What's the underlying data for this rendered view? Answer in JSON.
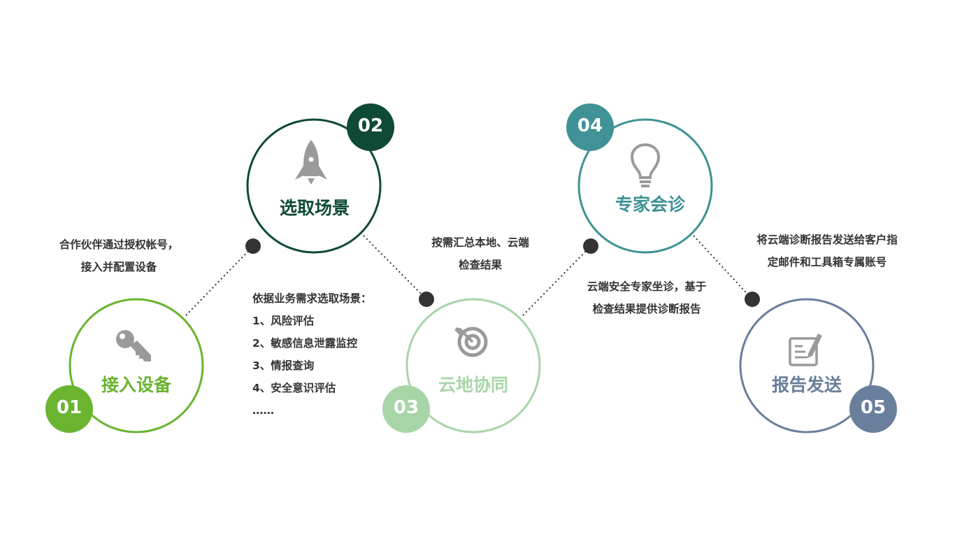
{
  "colors": {
    "step1": "#6ab42f",
    "step2": "#0f4a36",
    "step3": "#a8d5a8",
    "step4": "#3f9296",
    "step5": "#6a7f9c",
    "icon_gray": "#9a9a9a",
    "connector": "#333333"
  },
  "steps": [
    {
      "number": "01",
      "title": "接入设备",
      "icon": "key-icon",
      "description": [
        "合作伙伴通过授权帐号，",
        "接入并配置设备"
      ]
    },
    {
      "number": "02",
      "title": "选取场景",
      "icon": "rocket-icon",
      "description": [
        "依据业务需求选取场景：",
        "1、风险评估",
        "2、敏感信息泄露监控",
        "3、情报查询",
        "4、安全意识评估",
        "……"
      ]
    },
    {
      "number": "03",
      "title": "云地协同",
      "icon": "target-icon",
      "description": [
        "按需汇总本地、云端",
        "检查结果"
      ]
    },
    {
      "number": "04",
      "title": "专家会诊",
      "icon": "lightbulb-icon",
      "description": [
        "云端安全专家坐诊，基于",
        "检查结果提供诊断报告"
      ]
    },
    {
      "number": "05",
      "title": "报告发送",
      "icon": "report-edit-icon",
      "description": [
        "将云端诊断报告发送给客户指",
        "定邮件和工具箱专属账号"
      ]
    }
  ]
}
